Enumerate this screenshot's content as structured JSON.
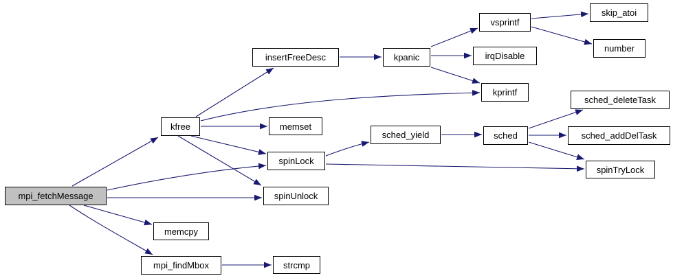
{
  "diagram": {
    "type": "call-graph",
    "root": "mpi_fetchMessage",
    "colors": {
      "edge": "#191970",
      "node_fill": "#ffffff",
      "node_border": "#000000",
      "root_fill": "#c0c0c0",
      "background": "#ffffff",
      "text": "#000000"
    },
    "nodes": [
      {
        "id": "mpi_fetchMessage",
        "label": "mpi_fetchMessage"
      },
      {
        "id": "kfree",
        "label": "kfree"
      },
      {
        "id": "insertFreeDesc",
        "label": "insertFreeDesc"
      },
      {
        "id": "kpanic",
        "label": "kpanic"
      },
      {
        "id": "vsprintf",
        "label": "vsprintf"
      },
      {
        "id": "skip_atoi",
        "label": "skip_atoi"
      },
      {
        "id": "number",
        "label": "number"
      },
      {
        "id": "irqDisable",
        "label": "irqDisable"
      },
      {
        "id": "kprintf",
        "label": "kprintf"
      },
      {
        "id": "memset",
        "label": "memset"
      },
      {
        "id": "spinLock",
        "label": "spinLock"
      },
      {
        "id": "spinUnlock",
        "label": "spinUnlock"
      },
      {
        "id": "sched_yield",
        "label": "sched_yield"
      },
      {
        "id": "sched",
        "label": "sched"
      },
      {
        "id": "sched_deleteTask",
        "label": "sched_deleteTask"
      },
      {
        "id": "sched_addDelTask",
        "label": "sched_addDelTask"
      },
      {
        "id": "spinTryLock",
        "label": "spinTryLock"
      },
      {
        "id": "memcpy",
        "label": "memcpy"
      },
      {
        "id": "mpi_findMbox",
        "label": "mpi_findMbox"
      },
      {
        "id": "strcmp",
        "label": "strcmp"
      }
    ],
    "edges": [
      {
        "from": "mpi_fetchMessage",
        "to": "kfree"
      },
      {
        "from": "mpi_fetchMessage",
        "to": "spinLock"
      },
      {
        "from": "mpi_fetchMessage",
        "to": "spinUnlock"
      },
      {
        "from": "mpi_fetchMessage",
        "to": "memcpy"
      },
      {
        "from": "mpi_fetchMessage",
        "to": "mpi_findMbox"
      },
      {
        "from": "kfree",
        "to": "insertFreeDesc"
      },
      {
        "from": "kfree",
        "to": "kprintf"
      },
      {
        "from": "kfree",
        "to": "memset"
      },
      {
        "from": "kfree",
        "to": "spinLock"
      },
      {
        "from": "kfree",
        "to": "spinUnlock"
      },
      {
        "from": "insertFreeDesc",
        "to": "kpanic"
      },
      {
        "from": "kpanic",
        "to": "vsprintf"
      },
      {
        "from": "kpanic",
        "to": "irqDisable"
      },
      {
        "from": "kpanic",
        "to": "kprintf"
      },
      {
        "from": "vsprintf",
        "to": "skip_atoi"
      },
      {
        "from": "vsprintf",
        "to": "number"
      },
      {
        "from": "spinLock",
        "to": "sched_yield"
      },
      {
        "from": "spinLock",
        "to": "spinTryLock"
      },
      {
        "from": "sched_yield",
        "to": "sched"
      },
      {
        "from": "sched",
        "to": "sched_deleteTask"
      },
      {
        "from": "sched",
        "to": "sched_addDelTask"
      },
      {
        "from": "sched",
        "to": "spinTryLock"
      },
      {
        "from": "mpi_findMbox",
        "to": "strcmp"
      }
    ]
  }
}
